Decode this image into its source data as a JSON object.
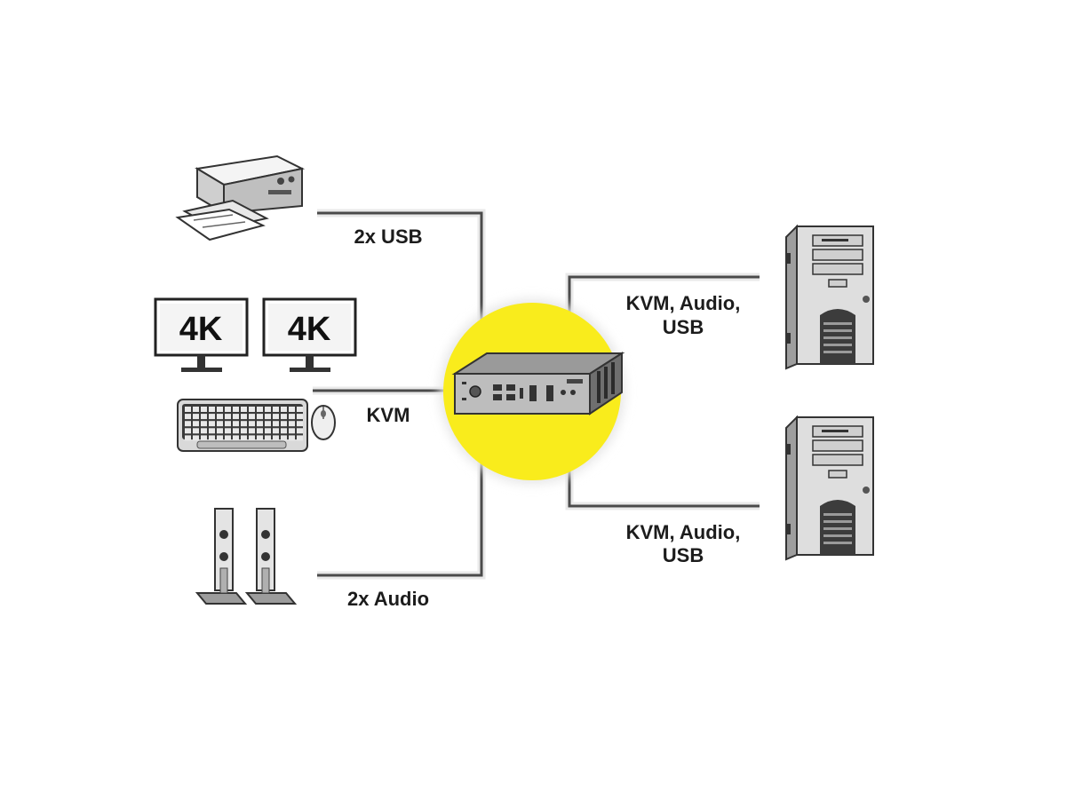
{
  "diagram": {
    "accent_color": "#f9ec1c",
    "wire_color": "#4a4a4a",
    "hub": {
      "icon": "kvm-switch-icon"
    },
    "left_devices": [
      {
        "icon": "printer-icon",
        "connection_label": "2x USB"
      },
      {
        "icon": "monitor-icon",
        "screen_text": "4K"
      },
      {
        "icon": "monitor-icon",
        "screen_text": "4K"
      },
      {
        "icon": "keyboard-icon",
        "connection_label": "KVM"
      },
      {
        "icon": "mouse-icon"
      },
      {
        "icon": "speakers-icon",
        "connection_label": "2x Audio"
      }
    ],
    "right_devices": [
      {
        "icon": "pc-tower-icon",
        "label_lines": [
          "KVM, Audio,",
          "USB"
        ]
      },
      {
        "icon": "pc-tower-icon",
        "label_lines": [
          "KVM, Audio,",
          "USB"
        ]
      }
    ]
  }
}
